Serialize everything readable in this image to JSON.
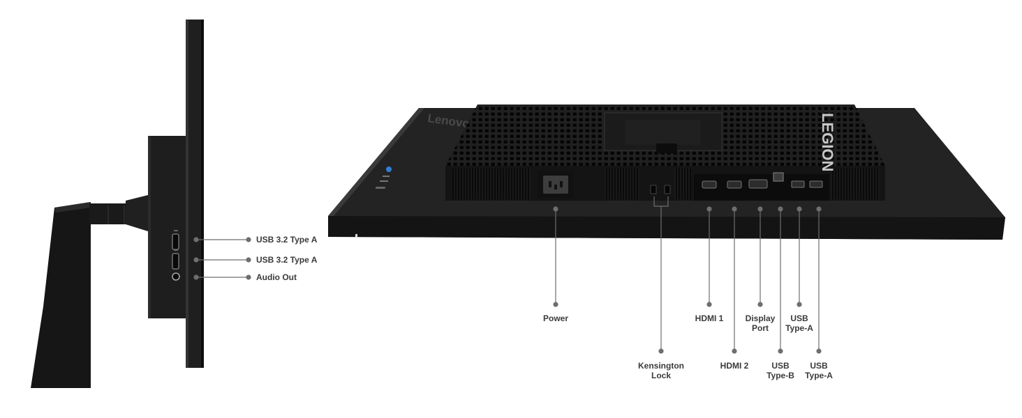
{
  "brand": {
    "side_logo": "Lenovo",
    "back_logo": "LEGION"
  },
  "side_view": {
    "callouts": [
      {
        "id": "usb-1",
        "label": "USB 3.2 Type A"
      },
      {
        "id": "usb-2",
        "label": "USB 3.2 Type A"
      },
      {
        "id": "audio",
        "label": "Audio Out"
      }
    ]
  },
  "rear_view": {
    "callouts": [
      {
        "id": "power",
        "lines": [
          "Power"
        ]
      },
      {
        "id": "kensington",
        "lines": [
          "Kensington",
          "Lock"
        ]
      },
      {
        "id": "hdmi1",
        "lines": [
          "HDMI 1"
        ]
      },
      {
        "id": "hdmi2",
        "lines": [
          "HDMI 2"
        ]
      },
      {
        "id": "displayport",
        "lines": [
          "Display",
          "Port"
        ]
      },
      {
        "id": "usb-b",
        "lines": [
          "USB",
          "Type-B"
        ]
      },
      {
        "id": "usb-a-1",
        "lines": [
          "USB",
          "Type-A"
        ]
      },
      {
        "id": "usb-a-2",
        "lines": [
          "USB",
          "Type-A"
        ]
      }
    ]
  },
  "colors": {
    "body": "#1c1c1c",
    "edge": "#2e2e2e",
    "leader": "#6e6e6e",
    "accent": "#2f7fd6"
  }
}
